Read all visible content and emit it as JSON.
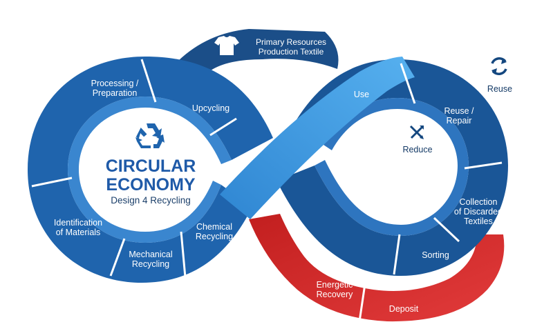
{
  "center": {
    "title": "CIRCULAR\nECONOMY",
    "subtitle": "Design 4 Recycling"
  },
  "top_banner": {
    "label": "Primary Resources\nProduction Textile",
    "icon": "tshirt-icon"
  },
  "left_loop": [
    {
      "label": "Processing /\nPreparation"
    },
    {
      "label": "Upcycling"
    },
    {
      "label": "Identification\nof Materials"
    },
    {
      "label": "Mechanical\nRecycling"
    },
    {
      "label": "Chemical\nRecycling"
    }
  ],
  "right_loop": [
    {
      "label": "Use"
    },
    {
      "label": "Reuse /\nRepair"
    },
    {
      "label": "Collection\nof Discarded\nTextiles"
    },
    {
      "label": "Sorting"
    }
  ],
  "red_loop": [
    {
      "label": "Energetic\nRecovery"
    },
    {
      "label": "Deposit"
    }
  ],
  "corner_icons": [
    {
      "icon": "reuse-arrows-icon",
      "label": "Reuse"
    },
    {
      "icon": "reduce-arrows-icon",
      "label": "Reduce"
    }
  ],
  "center_icon": "recycle-icon",
  "colors": {
    "blue_dark": "#14477f",
    "blue_mid": "#1f64ad",
    "blue_light": "#3a8fd6",
    "red": "#d42a2a",
    "red_dark": "#a31919"
  }
}
